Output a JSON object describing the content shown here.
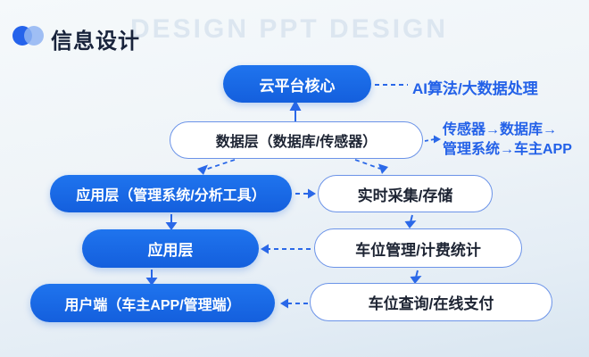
{
  "header": {
    "title": "信息设计",
    "watermark": "DESIGN PPT DESIGN",
    "logo_icon": "two-overlapping-circles-icon"
  },
  "colors": {
    "accent_blue": "#1668E6",
    "annotation_blue": "#2361E8",
    "node_border_blue": "#6B93E8",
    "dark_text": "#1D2433",
    "background": "#EFF4F8"
  },
  "diagram": {
    "nodes": {
      "cloud_core": {
        "label": "云平台核心",
        "style": "blue"
      },
      "data_layer": {
        "label": "数据层（数据库/传感器）",
        "style": "white"
      },
      "app_layer_full": {
        "label": "应用层（管理系统/分析工具）",
        "style": "blue"
      },
      "realtime_storage": {
        "label": "实时采集/存储",
        "style": "white"
      },
      "app_layer": {
        "label": "应用层",
        "style": "blue"
      },
      "parking_mgmt": {
        "label": "车位管理/计费统计",
        "style": "white"
      },
      "user_end": {
        "label": "用户端（车主APP/管理端）",
        "style": "blue"
      },
      "parking_query": {
        "label": "车位查询/在线支付",
        "style": "white"
      }
    },
    "annotations": {
      "ai_note": "AI算法/大数据处理",
      "flow_note_line1": "传感器→数据库→",
      "flow_note_line2": "管理系统→车主APP"
    }
  }
}
